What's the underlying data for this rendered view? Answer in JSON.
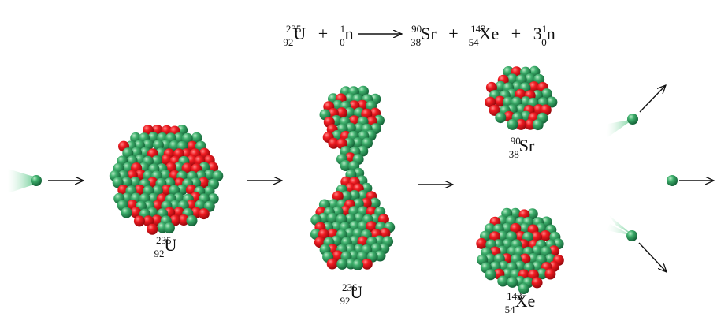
{
  "equation": {
    "u_mass": "235",
    "u_num": "92",
    "u_sym": "U",
    "plus1": "+",
    "n_mass": "1",
    "n_num": "0",
    "n_sym": "n",
    "sr_mass": "90",
    "sr_num": "38",
    "sr_sym": "Sr",
    "plus2": "+",
    "xe_mass": "143",
    "xe_num": "54",
    "xe_sym": "Xe",
    "plus3": "+",
    "n3_coef": "3",
    "n3_mass": "1",
    "n3_num": "0",
    "n3_sym": "n"
  },
  "labels": {
    "u235": {
      "mass": "235",
      "num": "92",
      "sym": "U"
    },
    "u236": {
      "mass": "236",
      "num": "92",
      "sym": "U"
    },
    "sr90": {
      "mass": "90",
      "num": "38",
      "sym": "Sr"
    },
    "xe143": {
      "mass": "143",
      "num": "54",
      "sym": "Xe"
    }
  },
  "colors": {
    "neutron_green": "#2e9b5a",
    "proton_red": "#e8141b",
    "arrow": "#111111"
  }
}
